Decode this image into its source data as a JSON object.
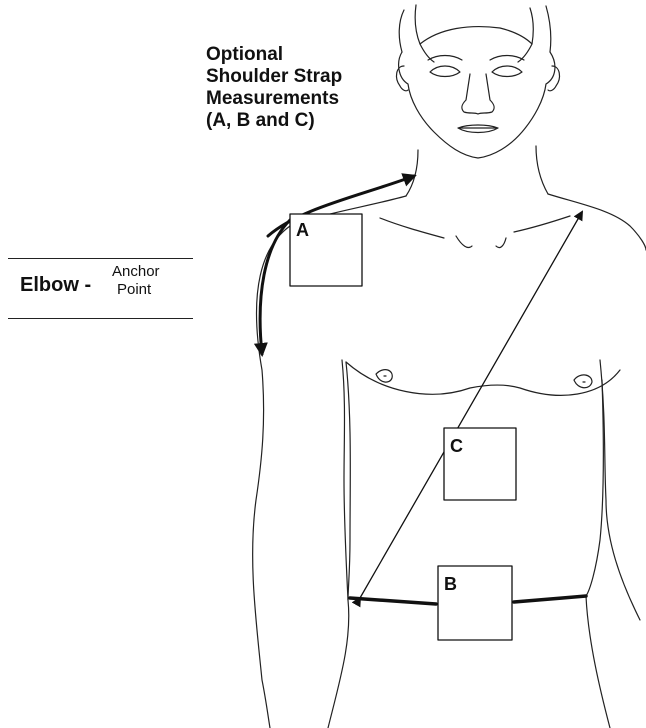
{
  "title": {
    "lines": [
      "Optional",
      "Shoulder Strap",
      "Measurements",
      "(A, B and C)"
    ]
  },
  "elbow_label": {
    "main": "Elbow -",
    "sub_top": "Anchor",
    "sub_bottom": "Point"
  },
  "boxes": [
    {
      "name": "box-a",
      "label": "A"
    },
    {
      "name": "box-b",
      "label": "B"
    },
    {
      "name": "box-c",
      "label": "C"
    }
  ]
}
